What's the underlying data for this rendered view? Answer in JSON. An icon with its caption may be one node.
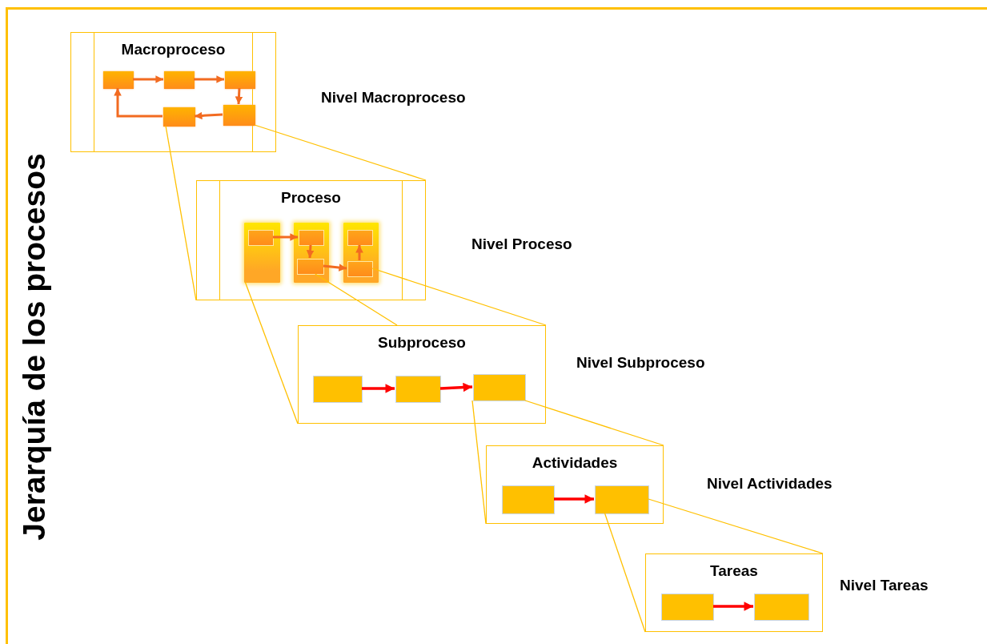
{
  "diagram": {
    "title": "Jerarquía de los procesos",
    "nodes": [
      {
        "text": [
          "Macroproceso"
        ],
        "beside": [
          "Nivel Macroproceso"
        ]
      },
      {
        "text": [],
        "shape": "box",
        "in": 0
      },
      {
        "text": [],
        "shape": "box",
        "in": 0
      },
      {
        "text": [],
        "shape": "box",
        "in": 0
      },
      {
        "text": [],
        "shape": "box",
        "in": 0
      },
      {
        "text": [],
        "shape": "box",
        "in": 0
      },
      {
        "text": [
          "Proceso"
        ],
        "beside": [
          "Nivel Proceso"
        ]
      },
      {
        "text": [],
        "shape": "bar",
        "in": 6
      },
      {
        "text": [],
        "shape": "bar",
        "in": 6
      },
      {
        "text": [],
        "shape": "bar",
        "in": 6
      },
      {
        "text": [],
        "shape": "box",
        "in": 7
      },
      {
        "text": [],
        "shape": "box",
        "in": 8
      },
      {
        "text": [],
        "shape": "box",
        "in": 8
      },
      {
        "text": [],
        "shape": "box",
        "in": 9
      },
      {
        "text": [],
        "shape": "box",
        "in": 9
      },
      {
        "text": [
          "Subproceso"
        ],
        "beside": [
          "Nivel Subproceso"
        ]
      },
      {
        "text": [],
        "shape": "box",
        "in": 15
      },
      {
        "text": [],
        "shape": "box",
        "in": 15
      },
      {
        "text": [],
        "shape": "box",
        "in": 15
      },
      {
        "text": [
          "Actividades"
        ],
        "beside": [
          "Nivel Actividades"
        ]
      },
      {
        "text": [],
        "shape": "box",
        "in": 19
      },
      {
        "text": [],
        "shape": "box",
        "in": 19
      },
      {
        "text": [
          "Tareas"
        ],
        "beside": [
          "Nivel Tareas"
        ]
      },
      {
        "text": [],
        "shape": "box",
        "in": 22
      },
      {
        "text": [],
        "shape": "box",
        "in": 22
      }
    ],
    "edges": [
      {
        "from": 1,
        "to": 2,
        "arrow": "to"
      },
      {
        "from": 2,
        "to": 3,
        "arrow": "to"
      },
      {
        "from": 3,
        "to": 5,
        "arrow": "to"
      },
      {
        "from": 5,
        "to": 4,
        "arrow": "to"
      },
      {
        "from": 4,
        "to": 1,
        "arrow": "to"
      },
      {
        "from": 10,
        "to": 11,
        "arrow": "to"
      },
      {
        "from": 11,
        "to": 12,
        "arrow": "to"
      },
      {
        "from": 12,
        "to": 14,
        "arrow": "to"
      },
      {
        "from": 14,
        "to": 13,
        "arrow": "to"
      },
      {
        "from": 16,
        "to": 17,
        "arrow": "to",
        "color": "#ff0000"
      },
      {
        "from": 17,
        "to": 18,
        "arrow": "to",
        "color": "#ff0000"
      },
      {
        "from": 20,
        "to": 21,
        "arrow": "to",
        "color": "#ff0000"
      },
      {
        "from": 23,
        "to": 24,
        "arrow": "to",
        "color": "#ff0000"
      },
      {
        "from": 4,
        "to": 6,
        "arrow": "none",
        "color": "#ffc000"
      },
      {
        "from": 5,
        "to": 6,
        "arrow": "none",
        "color": "#ffc000"
      },
      {
        "from": 7,
        "to": 15,
        "arrow": "none",
        "color": "#ffc000"
      },
      {
        "from": 12,
        "to": 15,
        "arrow": "none",
        "color": "#ffc000"
      },
      {
        "from": 14,
        "to": 15,
        "arrow": "none",
        "color": "#ffc000"
      },
      {
        "from": 18,
        "to": 19,
        "arrow": "none",
        "color": "#ffc000"
      },
      {
        "from": 18,
        "to": 19,
        "arrow": "none",
        "color": "#ffc000"
      },
      {
        "from": 21,
        "to": 22,
        "arrow": "none",
        "color": "#ffc000"
      },
      {
        "from": 21,
        "to": 22,
        "arrow": "none",
        "color": "#ffc000"
      }
    ]
  }
}
